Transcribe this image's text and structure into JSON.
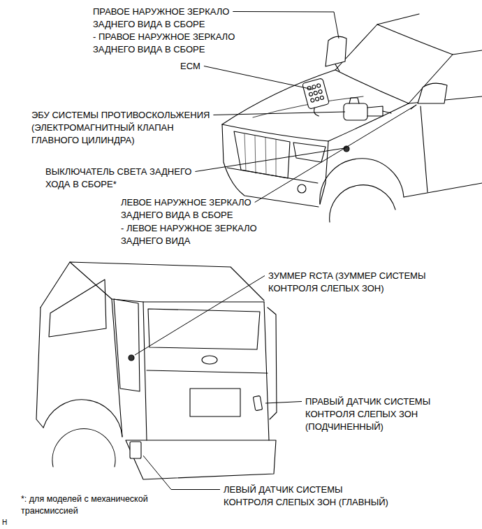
{
  "diagram": {
    "labels": [
      "ПРАВОЕ НАРУЖНОЕ ЗЕРКАЛО ЗАДНЕГО ВИДА В СБОРЕ",
      "- ПРАВОЕ НАРУЖНОЕ ЗЕРКАЛО ЗАДНЕГО ВИДА В СБОРЕ",
      "ECM",
      "ЭБУ СИСТЕМЫ ПРОТИВОСКОЛЬЖЕНИЯ (ЭЛЕКТРОМАГНИТНЫЙ КЛАПАН ГЛАВНОГО ЦИЛИНДРА)",
      "ВЫКЛЮЧАТЕЛЬ СВЕТА ЗАДНЕГО ХОДА В СБОРЕ*",
      "ЛЕВОЕ НАРУЖНОЕ ЗЕРКАЛО ЗАДНЕГО ВИДА В СБОРЕ",
      "- ЛЕВОЕ НАРУЖНОЕ ЗЕРКАЛО ЗАДНЕГО ВИДА",
      "ЗУММЕР RCTA (ЗУММЕР СИСТЕМЫ КОНТРОЛЯ СЛЕПЫХ ЗОН)",
      "ПРАВЫЙ ДАТЧИК СИСТЕМЫ КОНТРОЛЯ СЛЕПЫХ ЗОН (ПОДЧИНЕННЫЙ)",
      "ЛЕВЫЙ ДАТЧИК СИСТЕМЫ КОНТРОЛЯ СЛЕПЫХ ЗОН (ГЛАВНЫЙ)",
      "*: для моделей с механической трансмиссией",
      "H"
    ]
  }
}
